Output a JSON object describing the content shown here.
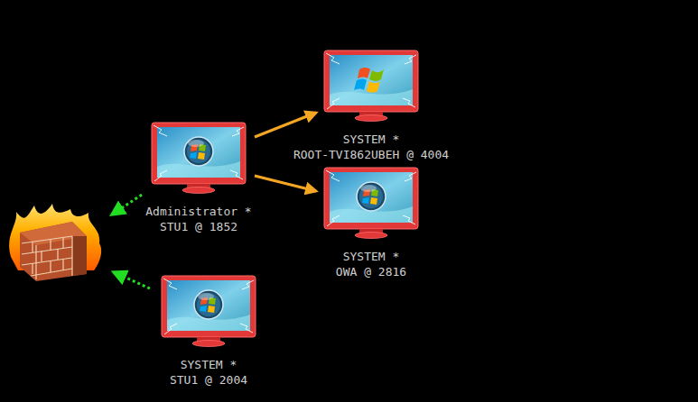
{
  "diagram": {
    "nodes": [
      {
        "text": [
          "SYSTEM *",
          "ROOT-TVI862UBEH @ 4004"
        ]
      },
      {
        "text": [
          "Administrator *",
          "STU1 @ 1852"
        ]
      },
      {
        "text": [
          "SYSTEM *",
          "OWA @ 2816"
        ]
      },
      {
        "text": [
          "SYSTEM *",
          "STU1 @ 2004"
        ]
      }
    ],
    "edges": [
      {
        "from": 1,
        "to": 0,
        "arrow": "to"
      },
      {
        "from": 1,
        "to": 2,
        "arrow": "to"
      }
    ]
  }
}
